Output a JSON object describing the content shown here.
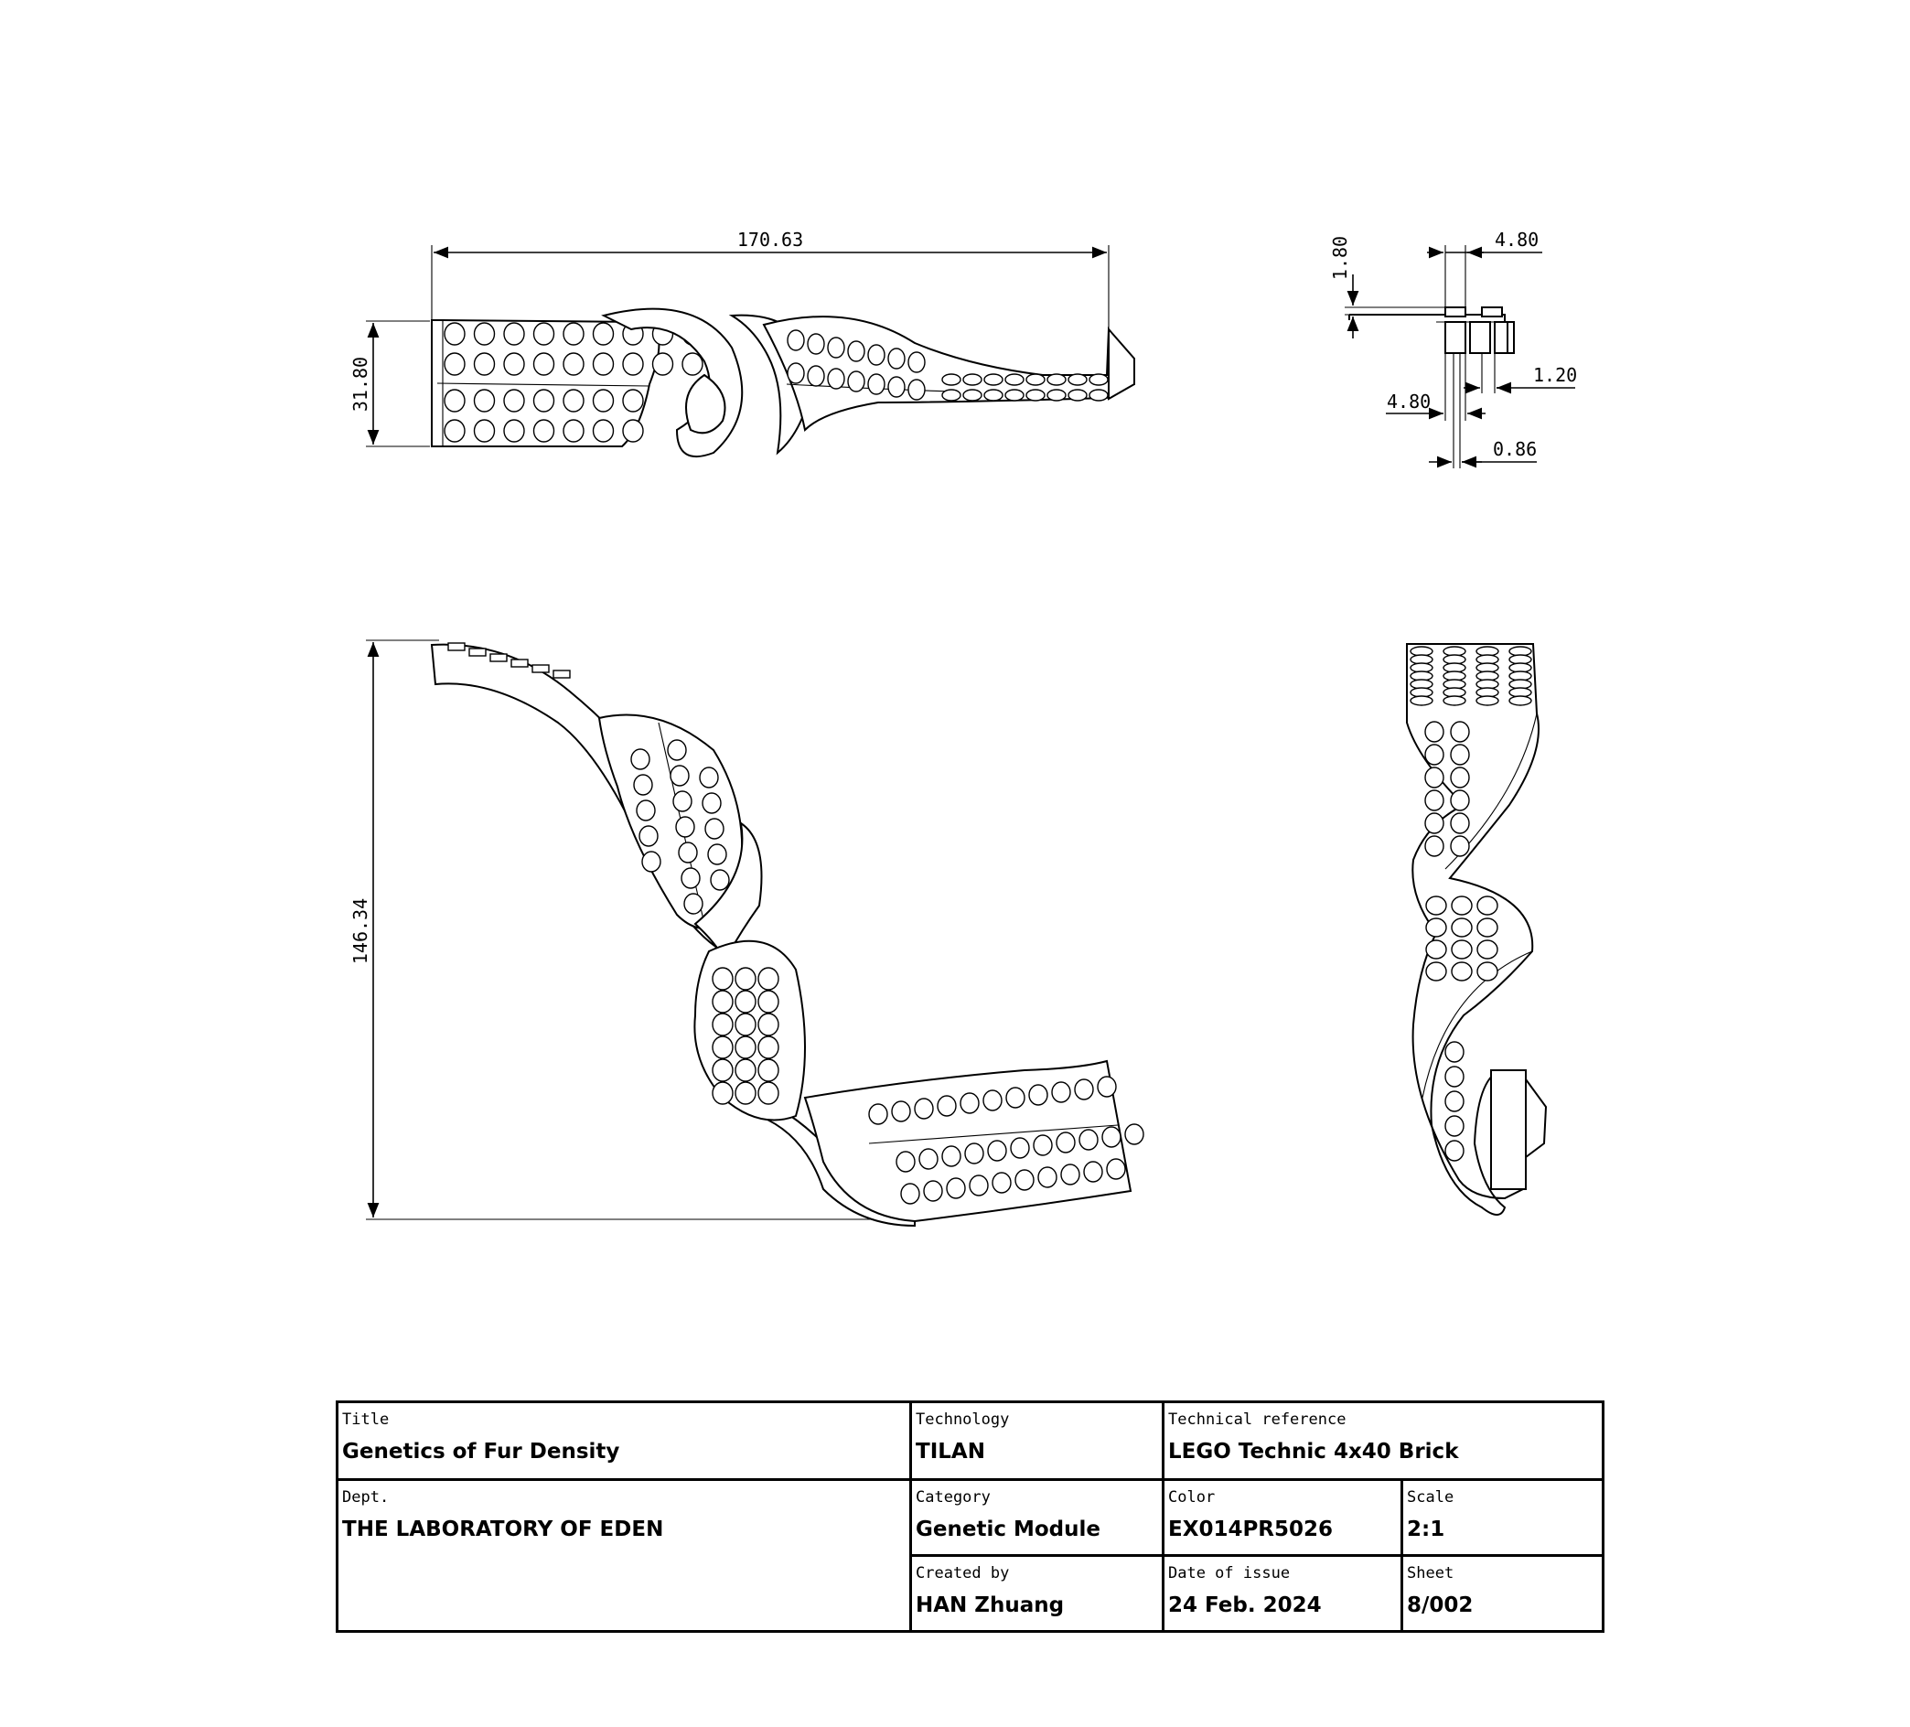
{
  "dimensions": {
    "top_view_length": "170.63",
    "top_view_height": "31.80",
    "side_view_height": "146.34",
    "detail_stud_height": "1.80",
    "detail_pitch_top": "4.80",
    "detail_wall": "1.20",
    "detail_pitch_bottom": "4.80",
    "detail_gap": "0.86"
  },
  "title_block": {
    "title": {
      "label": "Title",
      "value": "Genetics of Fur Density"
    },
    "technology": {
      "label": "Technology",
      "value": "TILAN"
    },
    "technical_reference": {
      "label": "Technical reference",
      "value": "LEGO Technic 4x40 Brick"
    },
    "dept": {
      "label": "Dept.",
      "value": "THE LABORATORY OF EDEN"
    },
    "category": {
      "label": "Category",
      "value": "Genetic Module"
    },
    "color": {
      "label": "Color",
      "value": "EX014PR5026"
    },
    "scale": {
      "label": "Scale",
      "value": "2:1"
    },
    "created_by": {
      "label": "Created by",
      "value": "HAN Zhuang"
    },
    "date_of_issue": {
      "label": "Date of issue",
      "value": "24 Feb. 2024"
    },
    "sheet": {
      "label": "Sheet",
      "value": "8/002"
    }
  }
}
